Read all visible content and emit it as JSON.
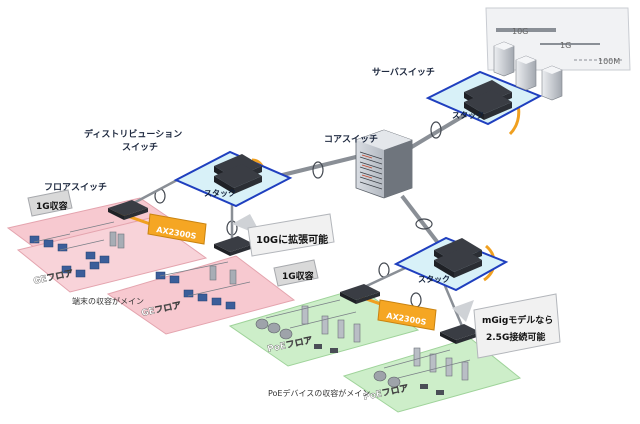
{
  "legend": {
    "l10g": "10G",
    "l1g": "1G",
    "l100m": "100M"
  },
  "labels": {
    "server_switch": "サーバスイッチ",
    "core_switch": "コアスイッチ",
    "dist_switch_1": "ディストリビューション",
    "dist_switch_2": "スイッチ",
    "floor_switch": "フロアスイッチ",
    "stack_top": "スタック",
    "stack_left": "スタック",
    "stack_right": "スタック",
    "badge_1g_left": "1G収容",
    "badge_1g_right": "1G収容",
    "product_left": "AX2300S",
    "product_right": "AX2300S",
    "callout_10g": "10Gに拡張可能",
    "callout_mgig_1": "mGigモデルなら",
    "callout_mgig_2": "2.5G接続可能",
    "ge_floor_1": "GEフロア",
    "ge_floor_2": "GEフロア",
    "poe_floor_1": "PoEフロア",
    "poe_floor_2": "PoEフロア",
    "caption_terminal": "端末の収容がメイン",
    "caption_poe": "PoEデバイスの収容がメイン"
  },
  "colors": {
    "stack_fill": "#d8f1f8",
    "stack_border": "#1f3fbf",
    "link_orange": "#f0a020",
    "ge_zone": "#f7c9d0",
    "poe_zone": "#cdeec9",
    "product_tag": "#f5a623",
    "badge_bg": "#d9d9d9"
  }
}
